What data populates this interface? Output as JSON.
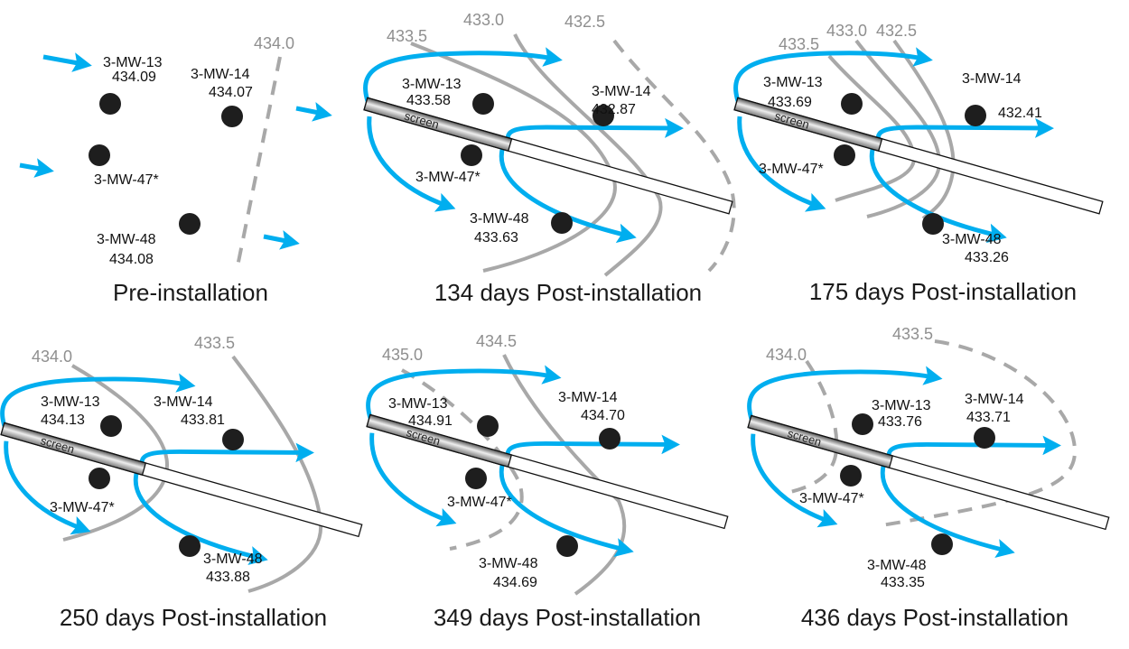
{
  "colors": {
    "flow": "#00aeef",
    "contour": "#a8a8a8",
    "well": "#1e1e1e"
  },
  "screen_label": "screen",
  "panels": [
    {
      "title": "Pre-installation",
      "contours": [
        "434.0"
      ],
      "wells": {
        "mw13": {
          "name": "3-MW-13",
          "value": "434.09"
        },
        "mw14": {
          "name": "3-MW-14",
          "value": "434.07"
        },
        "mw47": {
          "name": "3-MW-47*"
        },
        "mw48": {
          "name": "3-MW-48",
          "value": "434.08"
        }
      }
    },
    {
      "title": "134 days Post-installation",
      "contours": [
        "433.5",
        "433.0",
        "432.5"
      ],
      "wells": {
        "mw13": {
          "name": "3-MW-13",
          "value": "433.58"
        },
        "mw14": {
          "name": "3-MW-14",
          "value": "432.87"
        },
        "mw47": {
          "name": "3-MW-47*"
        },
        "mw48": {
          "name": "3-MW-48",
          "value": "433.63"
        }
      }
    },
    {
      "title": "175 days Post-installation",
      "contours": [
        "433.5",
        "433.0",
        "432.5"
      ],
      "wells": {
        "mw13": {
          "name": "3-MW-13",
          "value": "433.69"
        },
        "mw14": {
          "name": "3-MW-14",
          "value": "432.41"
        },
        "mw47": {
          "name": "3-MW-47*"
        },
        "mw48": {
          "name": "3-MW-48",
          "value": "433.26"
        }
      }
    },
    {
      "title": "250 days Post-installation",
      "contours": [
        "434.0",
        "433.5"
      ],
      "wells": {
        "mw13": {
          "name": "3-MW-13",
          "value": "434.13"
        },
        "mw14": {
          "name": "3-MW-14",
          "value": "433.81"
        },
        "mw47": {
          "name": "3-MW-47*"
        },
        "mw48": {
          "name": "3-MW-48",
          "value": "433.88"
        }
      }
    },
    {
      "title": "349 days Post-installation",
      "contours": [
        "435.0",
        "434.5"
      ],
      "wells": {
        "mw13": {
          "name": "3-MW-13",
          "value": "434.91"
        },
        "mw14": {
          "name": "3-MW-14",
          "value": "434.70"
        },
        "mw47": {
          "name": "3-MW-47*"
        },
        "mw48": {
          "name": "3-MW-48",
          "value": "434.69"
        }
      }
    },
    {
      "title": "436 days Post-installation",
      "contours": [
        "434.0",
        "433.5"
      ],
      "wells": {
        "mw13": {
          "name": "3-MW-13",
          "value": "433.76"
        },
        "mw14": {
          "name": "3-MW-14",
          "value": "433.71"
        },
        "mw47": {
          "name": "3-MW-47*"
        },
        "mw48": {
          "name": "3-MW-48",
          "value": "433.35"
        }
      }
    }
  ]
}
